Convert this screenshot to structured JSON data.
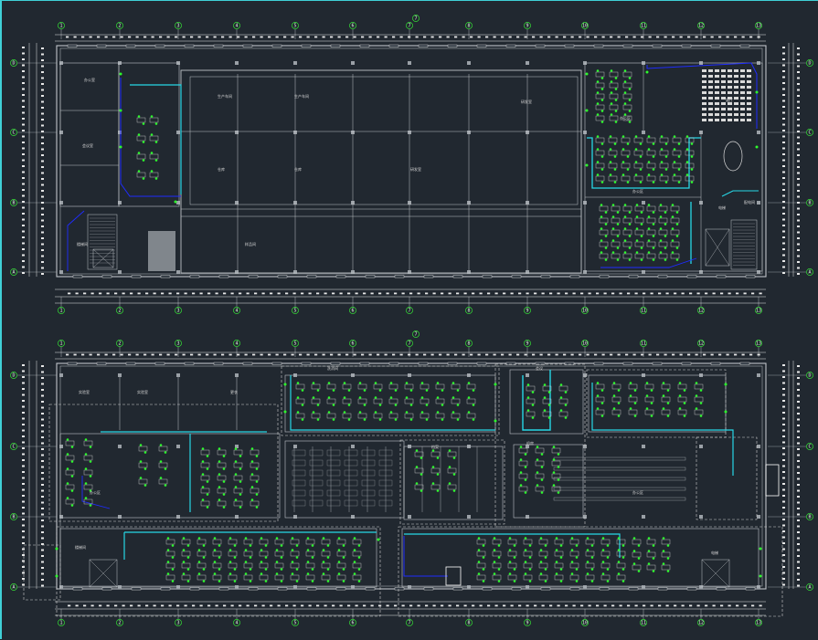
{
  "drawing": {
    "colors": {
      "background": "#212830",
      "wall": "#bfc3c8",
      "dim": "#e8e8e8",
      "grid": "#aeb4ba",
      "axis_bubble": "#35e036",
      "cyan_pipe": "#27d7e6",
      "blue_pipe": "#1f2cff",
      "fixture_green": "#2dfb2d",
      "desk": "#d9d9d9",
      "boundary": "#cfcfcf",
      "frame": "#3fd0d6"
    },
    "column_axes": [
      "1",
      "2",
      "3",
      "4",
      "5",
      "6",
      "7",
      "8",
      "9",
      "10",
      "11",
      "12",
      "13"
    ],
    "row_axes": [
      "D",
      "C",
      "B",
      "A"
    ]
  },
  "plan_upper": {
    "north_axis": "7",
    "room_labels": [
      "办公室",
      "会议室",
      "生产车间",
      "生产车间",
      "仓库",
      "仓库",
      "研发室",
      "研发室",
      "楼梯间",
      "办公区",
      "办公区",
      "电梯",
      "配电间",
      "展厅",
      "样品间"
    ]
  },
  "plan_lower": {
    "north_axis": "7",
    "room_labels": [
      "实验室",
      "实验室",
      "办公区",
      "办公区",
      "洗消间",
      "更衣",
      "会议",
      "档案",
      "机房",
      "楼梯间",
      "电梯"
    ]
  }
}
